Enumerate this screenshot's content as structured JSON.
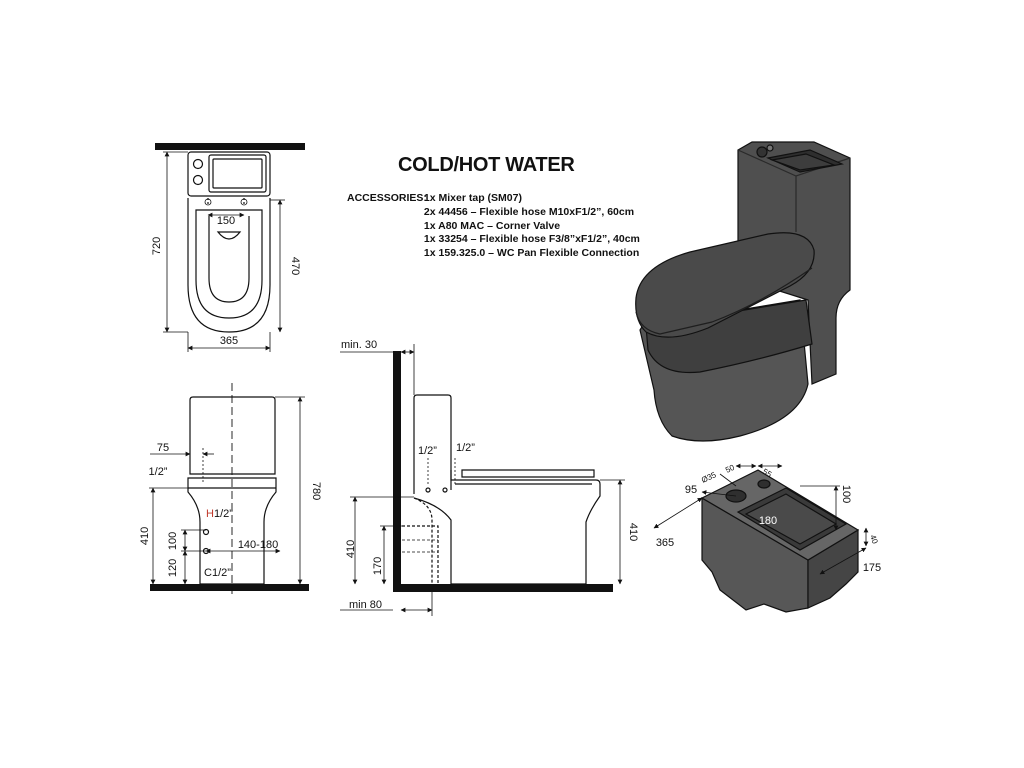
{
  "title": "COLD/HOT WATER",
  "accessories": {
    "label": "ACCESSORIES:",
    "items": [
      "1x Mixer tap (SM07)",
      "2x 44456 – Flexible hose M10xF1/2”, 60cm",
      "1x A80 MAC – Corner Valve",
      "1x 33254 – Flexible hose F3/8”xF1/2”, 40cm",
      "1x 159.325.0 – WC Pan Flexible Connection"
    ]
  },
  "top_view": {
    "depth": "720",
    "width": "365",
    "bowl_depth": "470",
    "tap_spacing": "150"
  },
  "front_view": {
    "total_height": "780",
    "seat_height": "410",
    "offset": "75",
    "inlet_top": "1/2”",
    "hot_label": "H",
    "hot_size": "1/2”",
    "cold_label": "C",
    "cold_size": "1/2”",
    "hot_height": "100",
    "cold_height": "120",
    "spacing": "140-180"
  },
  "side_view": {
    "wall_gap_top": "min. 30",
    "wall_gap_bottom": "min 80",
    "inlet_left": "1/2”",
    "inlet_right": "1/2”",
    "seat_height": "410",
    "outlet_height": "410",
    "pipe_height": "170"
  },
  "iso_detail": {
    "tap_hole": "Ø35",
    "dim_50": "50",
    "dim_55": "55",
    "dim_95": "95",
    "dim_180": "180",
    "dim_100": "100",
    "dim_40": "40",
    "dim_175": "175",
    "dim_365": "365"
  }
}
